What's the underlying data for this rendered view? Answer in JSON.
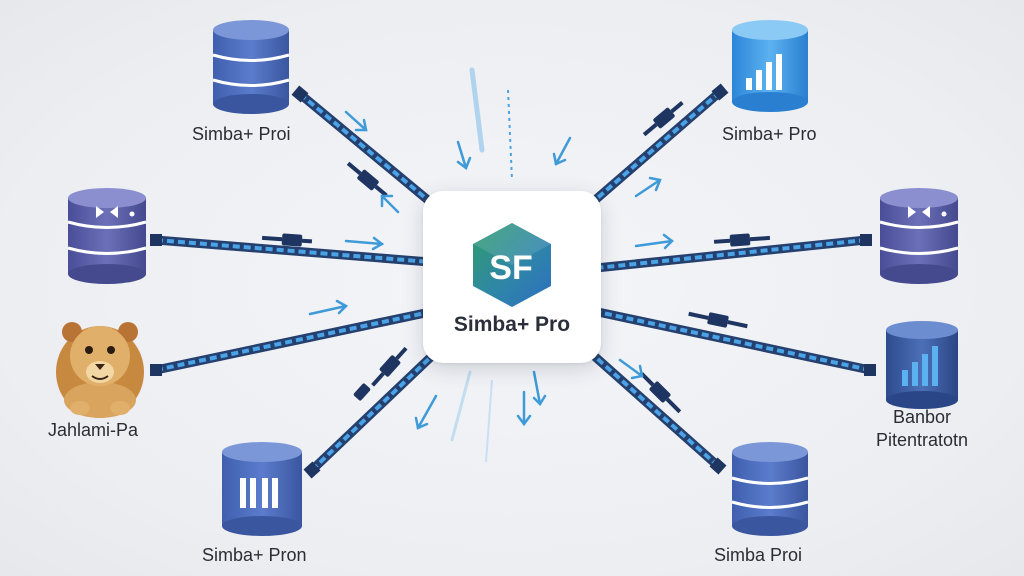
{
  "hub": {
    "title": "Simba+ Pro",
    "logo_text": "SF"
  },
  "nodes": [
    {
      "id": "top-left",
      "label": "Simba+ Proi",
      "icon": "database-icon"
    },
    {
      "id": "top-right",
      "label": "Simba+ Pro",
      "icon": "database-chart-icon"
    },
    {
      "id": "mid-left",
      "label": "",
      "icon": "database-logo-icon"
    },
    {
      "id": "mid-right",
      "label": "",
      "icon": "database-logo-icon"
    },
    {
      "id": "lion",
      "label": "Jahlami-Pa",
      "icon": "lion-mascot-icon"
    },
    {
      "id": "right-chart",
      "label_line1": "Banbor",
      "label_line2": "Pitentratotn",
      "icon": "database-chart-icon"
    },
    {
      "id": "bottom-left",
      "label": "Simba+ Pron",
      "icon": "database-chart-icon"
    },
    {
      "id": "bottom-right",
      "label": "Simba Proi",
      "icon": "database-icon"
    }
  ],
  "colors": {
    "cable_dark": "#25406e",
    "cable_light": "#4aa3e6",
    "arrow": "#3f9ad8",
    "db_blue": "#4f6fbd",
    "db_purple": "#5b5fa8",
    "db_light": "#3d9ae6",
    "logo_green": "#2f9d6a",
    "logo_blue": "#2c6fc0"
  }
}
